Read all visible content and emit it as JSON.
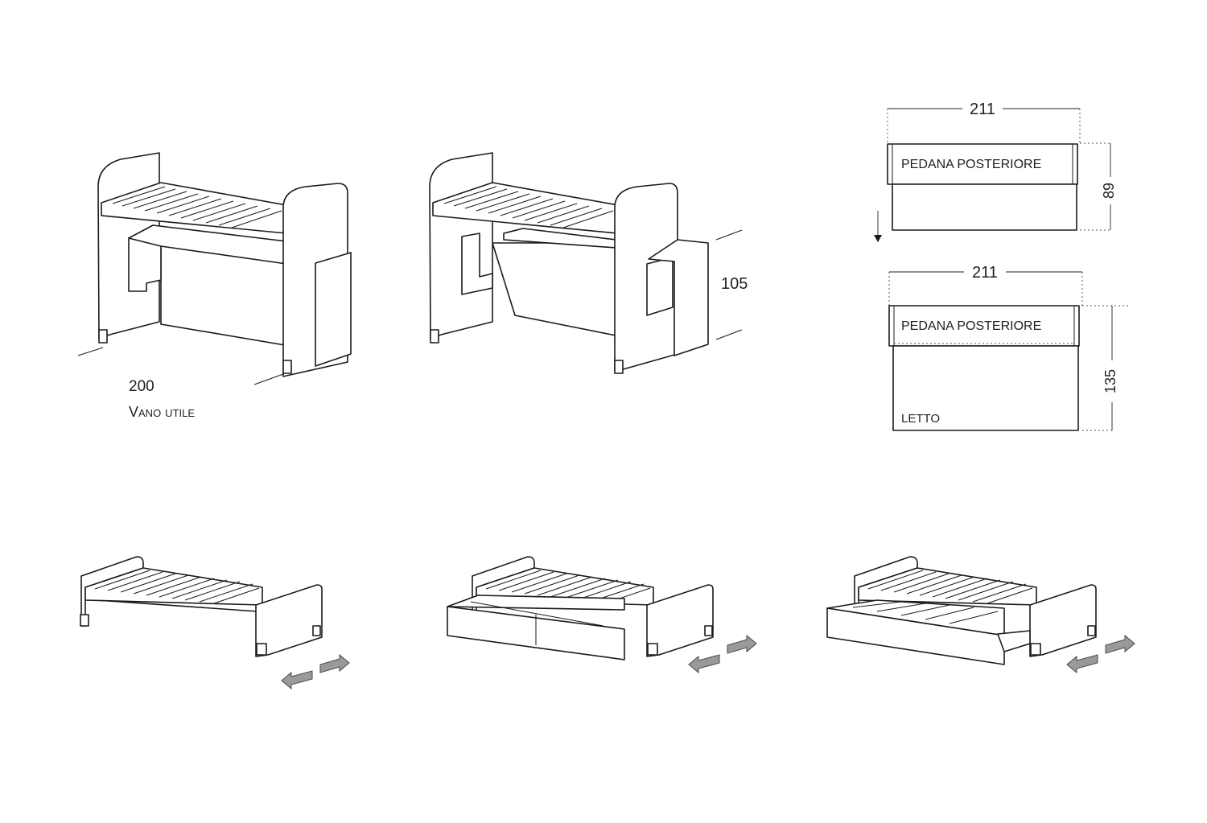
{
  "labels": {
    "depth_value": "200",
    "depth_caption": "Vano utile",
    "height_value": "105",
    "top_width": "211",
    "top_depth": "89",
    "top_back_label": "PEDANA POSTERIORE",
    "bottom_width": "211",
    "bottom_depth": "135",
    "bottom_back_label": "PEDANA POSTERIORE",
    "bottom_bed_label": "LETTO"
  },
  "colors": {
    "line": "#1a1a1a",
    "arrow_fill": "#9a9a9a",
    "background": "#ffffff"
  }
}
